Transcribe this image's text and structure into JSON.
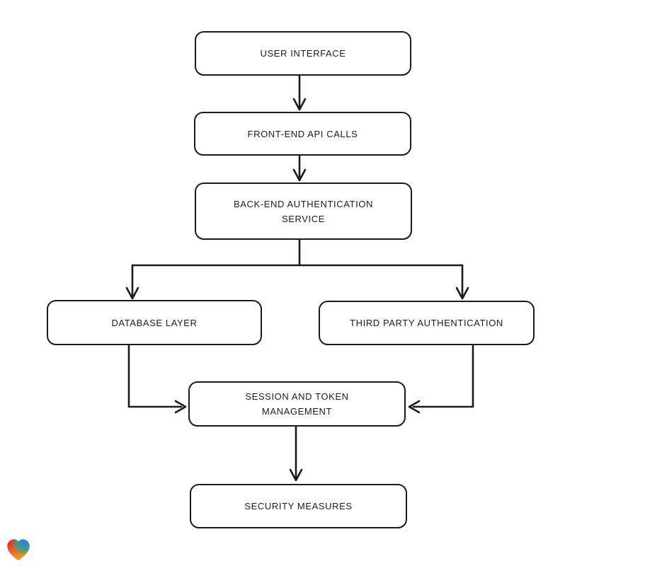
{
  "diagram": {
    "type": "flowchart",
    "style": "hand-drawn",
    "background_color": "#ffffff",
    "stroke_color": "#1b1b1b",
    "node_fill_color": "#ffffff",
    "nodes": {
      "user_interface": {
        "label": "USER INTERFACE",
        "lines": [
          "USER INTERFACE"
        ]
      },
      "frontend_api_calls": {
        "label": "FRONT-END API CALLS",
        "lines": [
          "FRONT-END API CALLS"
        ]
      },
      "backend_auth_service": {
        "label": "BACK-END AUTHENTICATION SERVICE",
        "lines": [
          "BACK-END AUTHENTICATION",
          "SERVICE"
        ]
      },
      "database_layer": {
        "label": "DATABASE LAYER",
        "lines": [
          "DATABASE LAYER"
        ]
      },
      "third_party_auth": {
        "label": "THIRD PARTY AUTHENTICATION",
        "lines": [
          "THIRD PARTY AUTHENTICATION"
        ]
      },
      "session_token_management": {
        "label": "SESSION AND TOKEN MANAGEMENT",
        "lines": [
          "SESSION AND TOKEN",
          "MANAGEMENT"
        ]
      },
      "security_measures": {
        "label": "SECURITY MEASURES",
        "lines": [
          "SECURITY MEASURES"
        ]
      }
    },
    "edges": [
      {
        "from": "user_interface",
        "to": "frontend_api_calls",
        "arrow": "down"
      },
      {
        "from": "frontend_api_calls",
        "to": "backend_auth_service",
        "arrow": "down"
      },
      {
        "from": "backend_auth_service",
        "to": "database_layer",
        "arrow": "down"
      },
      {
        "from": "backend_auth_service",
        "to": "third_party_auth",
        "arrow": "down"
      },
      {
        "from": "database_layer",
        "to": "session_token_management",
        "arrow": "right"
      },
      {
        "from": "third_party_auth",
        "to": "session_token_management",
        "arrow": "left"
      },
      {
        "from": "session_token_management",
        "to": "security_measures",
        "arrow": "down"
      }
    ]
  },
  "badge": {
    "icon": "gradient-heart-logo",
    "colors": {
      "red": "#e01e2c",
      "orange": "#f7a219",
      "green": "#2aa68c",
      "blue": "#2f7ceb"
    }
  }
}
